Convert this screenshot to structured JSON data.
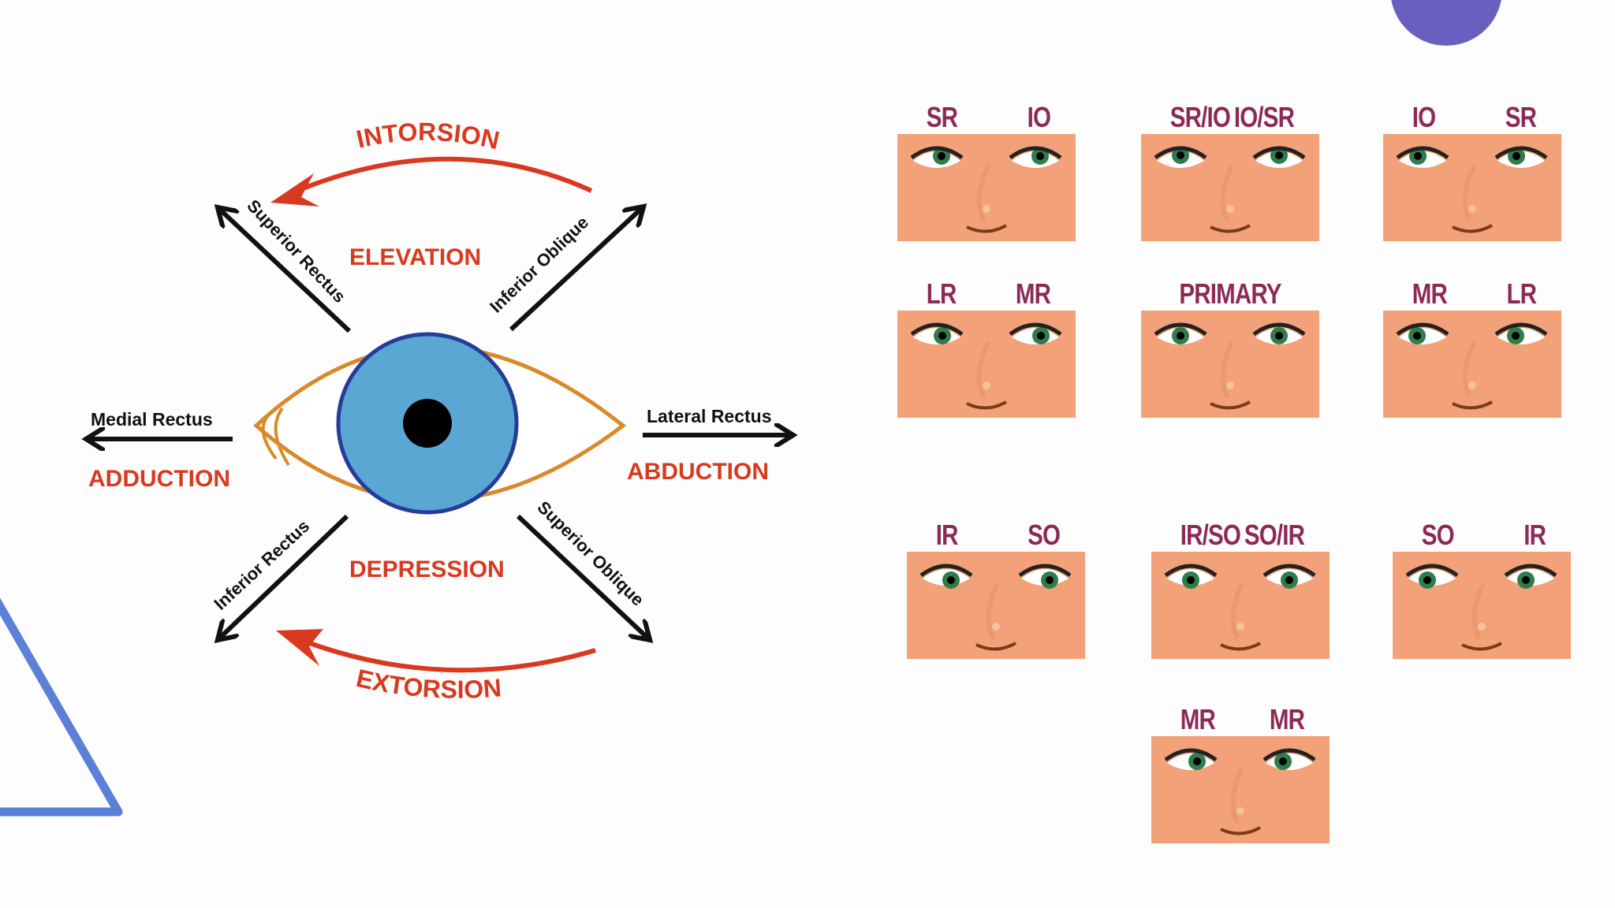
{
  "colors": {
    "accent_red": "#d9391f",
    "muscle_label": "#8c2a57",
    "iris": "#5aa7d3",
    "eye_outline": "#d98a2b",
    "skin": "#f2a178",
    "iris_small": "#2e7d4a",
    "deco_purple": "#6a5fc1",
    "deco_blue": "#5b80d8"
  },
  "eye_diagram": {
    "intorsion": "INTORSION",
    "extorsion": "EXTORSION",
    "elevation": "ELEVATION",
    "depression": "DEPRESSION",
    "adduction": "ADDUCTION",
    "abduction": "ABDUCTION",
    "medial_rectus": "Medial Rectus",
    "lateral_rectus": "Lateral Rectus",
    "superior_rectus": "Superior Rectus",
    "inferior_oblique": "Inferior Oblique",
    "inferior_rectus": "Inferior Rectus",
    "superior_oblique": "Superior Oblique"
  },
  "gaze_panels": [
    {
      "left": "SR",
      "right": "IO",
      "gaze": "up-right"
    },
    {
      "left": "SR/IO",
      "right": "IO/SR",
      "gaze": "up"
    },
    {
      "left": "IO",
      "right": "SR",
      "gaze": "up-left"
    },
    {
      "left": "LR",
      "right": "MR",
      "gaze": "right"
    },
    {
      "center": "PRIMARY",
      "gaze": "center"
    },
    {
      "left": "MR",
      "right": "LR",
      "gaze": "left"
    },
    {
      "left": "IR",
      "right": "SO",
      "gaze": "down-right"
    },
    {
      "left": "IR/SO",
      "right": "SO/IR",
      "gaze": "down"
    },
    {
      "left": "SO",
      "right": "IR",
      "gaze": "down-left"
    },
    {
      "left": "MR",
      "right": "MR",
      "gaze": "convergence"
    }
  ]
}
